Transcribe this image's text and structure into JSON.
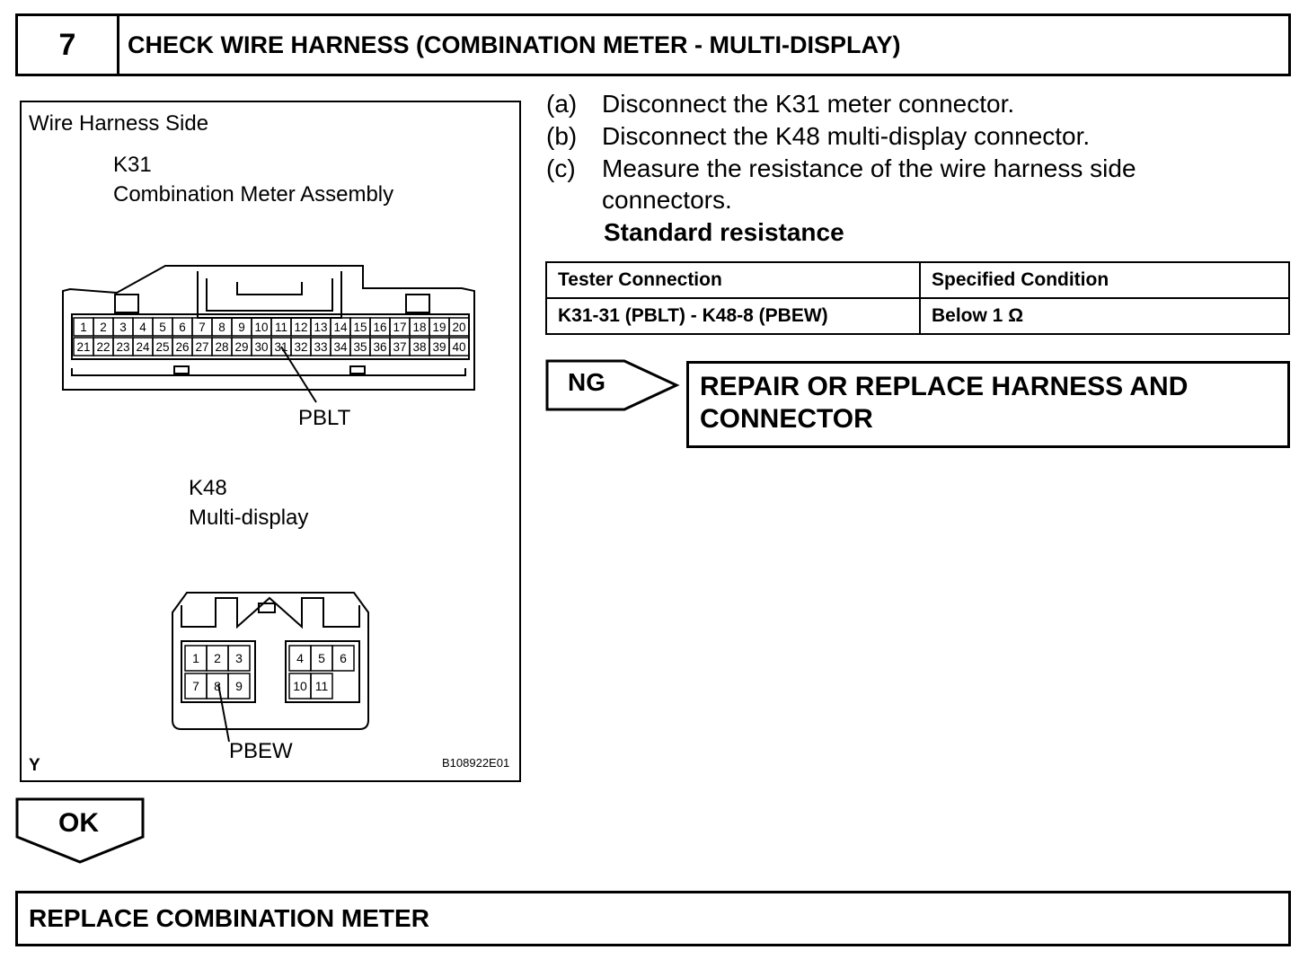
{
  "header": {
    "step_number": "7",
    "title": "CHECK WIRE HARNESS (COMBINATION METER - MULTI-DISPLAY)"
  },
  "figure": {
    "side_label": "Wire Harness Side",
    "k31": {
      "id": "K31",
      "name": "Combination Meter Assembly",
      "pins_row1": [
        "1",
        "2",
        "3",
        "4",
        "5",
        "6",
        "7",
        "8",
        "9",
        "10",
        "11",
        "12",
        "13",
        "14",
        "15",
        "16",
        "17",
        "18",
        "19",
        "20"
      ],
      "pins_row2": [
        "21",
        "22",
        "23",
        "24",
        "25",
        "26",
        "27",
        "28",
        "29",
        "30",
        "31",
        "32",
        "33",
        "34",
        "35",
        "36",
        "37",
        "38",
        "39",
        "40"
      ],
      "callout": "PBLT"
    },
    "k48": {
      "id": "K48",
      "name": "Multi-display",
      "pins_left_row1": [
        "1",
        "2",
        "3"
      ],
      "pins_left_row2": [
        "7",
        "8",
        "9"
      ],
      "pins_right_row1": [
        "4",
        "5",
        "6"
      ],
      "pins_right_row2": [
        "10",
        "11"
      ],
      "callout": "PBEW"
    },
    "corner_mark": "Y",
    "figure_code": "B108922E01"
  },
  "steps": [
    {
      "letter": "(a)",
      "text": "Disconnect the K31 meter connector."
    },
    {
      "letter": "(b)",
      "text": "Disconnect the K48 multi-display connector."
    },
    {
      "letter": "(c)",
      "text": "Measure the resistance of the wire harness side",
      "text_cont": "connectors."
    }
  ],
  "standard_heading": "Standard resistance",
  "table": {
    "headers": [
      "Tester Connection",
      "Specified Condition"
    ],
    "rows": [
      [
        "K31-31 (PBLT) - K48-8 (PBEW)",
        "Below 1 Ω"
      ]
    ]
  },
  "ng": {
    "label": "NG",
    "action_line1": "REPAIR OR REPLACE HARNESS AND",
    "action_line2": "CONNECTOR"
  },
  "ok": {
    "label": "OK"
  },
  "footer": {
    "text": "REPLACE COMBINATION METER"
  }
}
